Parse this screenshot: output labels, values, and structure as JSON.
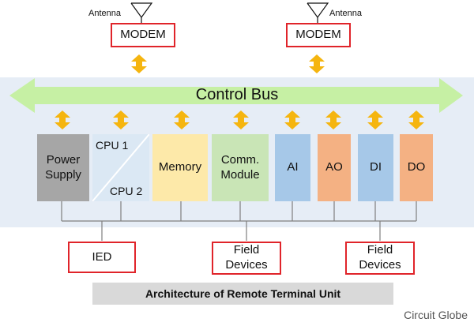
{
  "diagram": {
    "title": "Architecture of Remote Terminal Unit",
    "credit": "Circuit Globe",
    "bus_label": "Control Bus",
    "modems": [
      {
        "label": "MODEM",
        "antenna": "Antenna"
      },
      {
        "label": "MODEM",
        "antenna": "Antenna"
      }
    ],
    "modules": {
      "power_supply": "Power\nSupply",
      "cpu1": "CPU 1",
      "cpu2": "CPU 2",
      "memory": "Memory",
      "comm_module": "Comm.\nModule",
      "ai": "AI",
      "ao": "AO",
      "di": "DI",
      "do": "DO"
    },
    "outputs": [
      "IED",
      "Field\nDevices",
      "Field\nDevices"
    ],
    "colors": {
      "bus": "#c6f0a4",
      "arrow": "#f5b50f",
      "power_supply": "#a6a6a6",
      "cpu": "#dbe8f4",
      "memory": "#fde9a9",
      "comm_module": "#c9e5b6",
      "analog_io": "#a6c8e8",
      "output_mod": "#f4b183",
      "red_border": "#e0242a"
    }
  }
}
